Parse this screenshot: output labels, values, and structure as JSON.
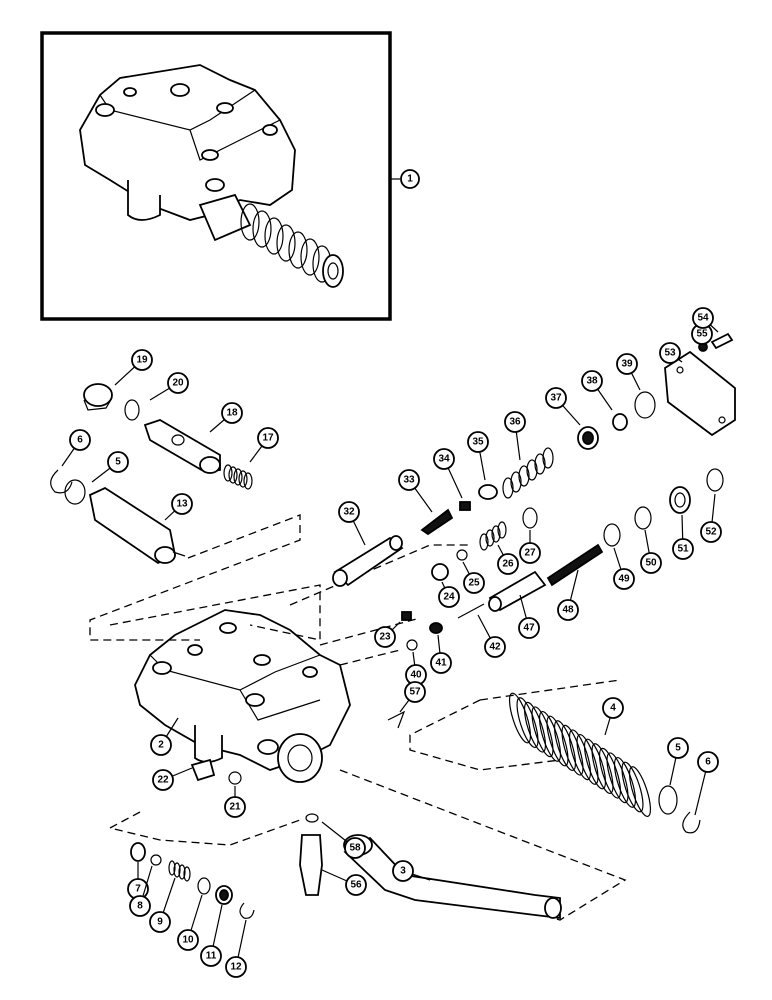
{
  "diagram": {
    "inset_label": "1",
    "callouts": [
      {
        "id": "c19",
        "label": "19"
      },
      {
        "id": "c20",
        "label": "20"
      },
      {
        "id": "c18",
        "label": "18"
      },
      {
        "id": "c17",
        "label": "17"
      },
      {
        "id": "c6a",
        "label": "6"
      },
      {
        "id": "c5a",
        "label": "5"
      },
      {
        "id": "c13",
        "label": "13"
      },
      {
        "id": "c32",
        "label": "32"
      },
      {
        "id": "c33",
        "label": "33"
      },
      {
        "id": "c34",
        "label": "34"
      },
      {
        "id": "c35",
        "label": "35"
      },
      {
        "id": "c36",
        "label": "36"
      },
      {
        "id": "c37",
        "label": "37"
      },
      {
        "id": "c38",
        "label": "38"
      },
      {
        "id": "c39",
        "label": "39"
      },
      {
        "id": "c53",
        "label": "53"
      },
      {
        "id": "c55",
        "label": "55"
      },
      {
        "id": "c54",
        "label": "54"
      },
      {
        "id": "c26",
        "label": "26"
      },
      {
        "id": "c27",
        "label": "27"
      },
      {
        "id": "c25",
        "label": "25"
      },
      {
        "id": "c24",
        "label": "24"
      },
      {
        "id": "c23",
        "label": "23"
      },
      {
        "id": "c41",
        "label": "41"
      },
      {
        "id": "c42",
        "label": "42"
      },
      {
        "id": "c40",
        "label": "40"
      },
      {
        "id": "c47",
        "label": "47"
      },
      {
        "id": "c48",
        "label": "48"
      },
      {
        "id": "c49",
        "label": "49"
      },
      {
        "id": "c50",
        "label": "50"
      },
      {
        "id": "c51",
        "label": "51"
      },
      {
        "id": "c52",
        "label": "52"
      },
      {
        "id": "c57",
        "label": "57"
      },
      {
        "id": "c4",
        "label": "4"
      },
      {
        "id": "c5b",
        "label": "5"
      },
      {
        "id": "c6b",
        "label": "6"
      },
      {
        "id": "c2",
        "label": "2"
      },
      {
        "id": "c22",
        "label": "22"
      },
      {
        "id": "c21",
        "label": "21"
      },
      {
        "id": "c58",
        "label": "58"
      },
      {
        "id": "c56",
        "label": "56"
      },
      {
        "id": "c3",
        "label": "3"
      },
      {
        "id": "c7",
        "label": "7"
      },
      {
        "id": "c8",
        "label": "8"
      },
      {
        "id": "c9",
        "label": "9"
      },
      {
        "id": "c10",
        "label": "10"
      },
      {
        "id": "c11",
        "label": "11"
      },
      {
        "id": "c12",
        "label": "12"
      }
    ]
  },
  "colors": {
    "ink": "#000000",
    "paper": "#ffffff"
  }
}
